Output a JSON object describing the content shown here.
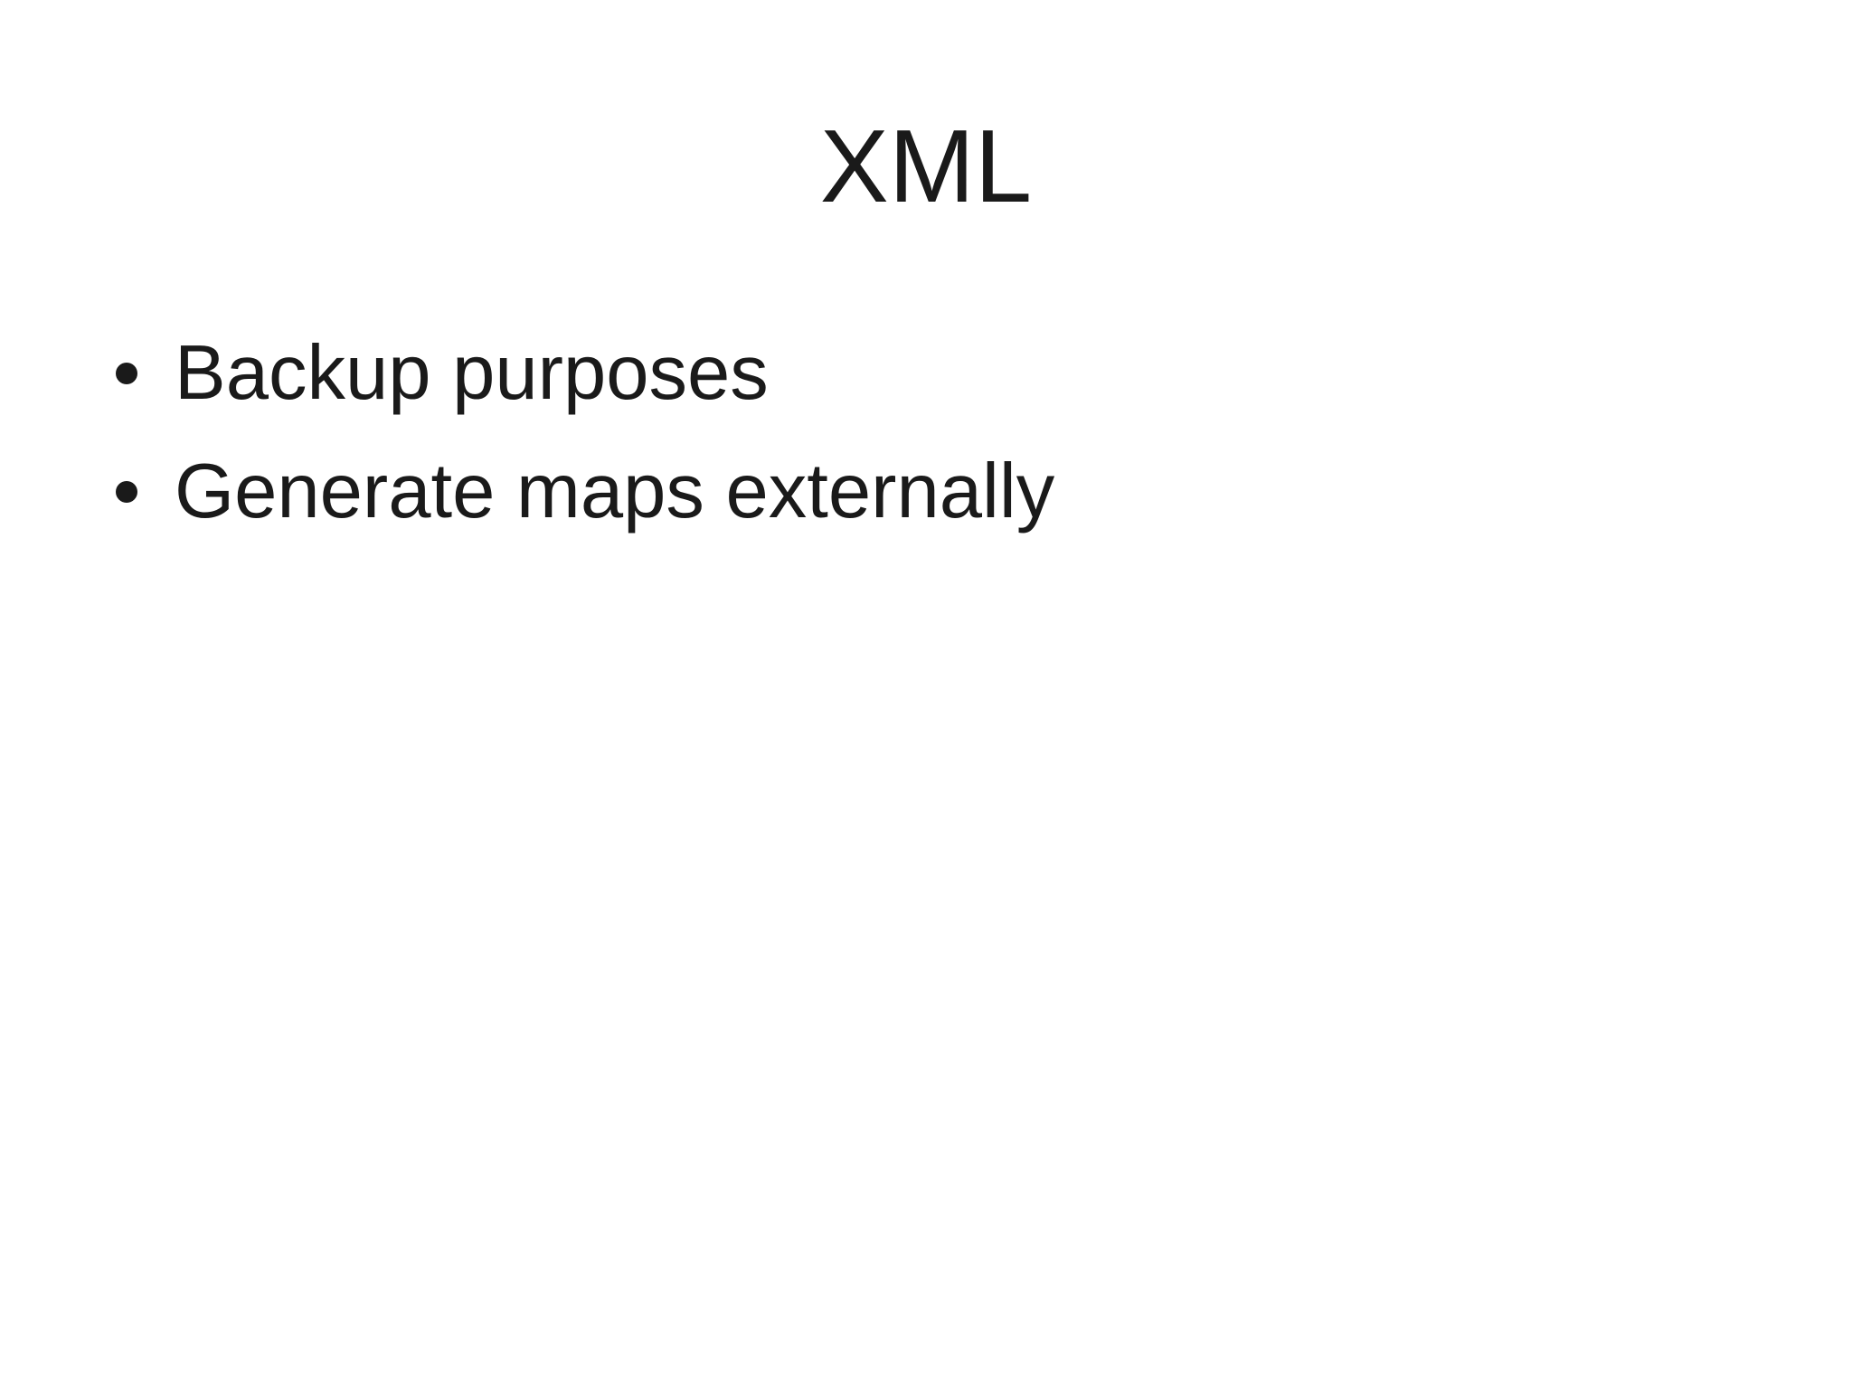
{
  "slide": {
    "title": "XML",
    "bullets": [
      {
        "text": "Backup purposes"
      },
      {
        "text": "Generate maps externally"
      }
    ]
  },
  "colors": {
    "background": "#ffffff",
    "text": "#1a1a1a"
  }
}
